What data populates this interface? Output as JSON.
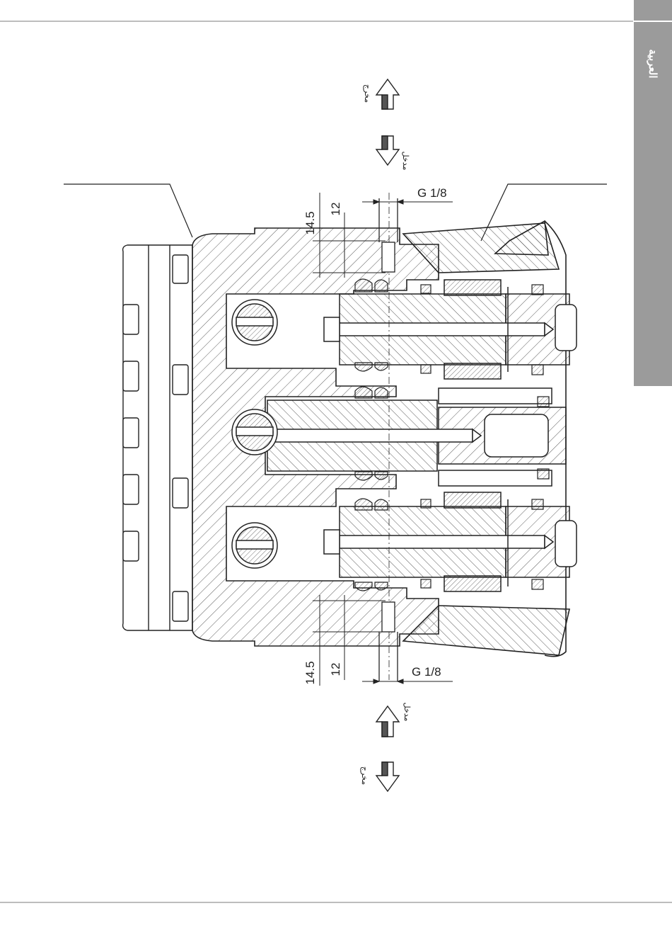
{
  "side_tab": {
    "label": "العربية"
  },
  "dimensions": {
    "top_outer": "14.5",
    "top_inner": "12",
    "top_thread": "G 1/8",
    "bottom_outer": "14.5",
    "bottom_inner": "12",
    "bottom_thread": "G 1/8"
  },
  "flow": {
    "top_out_label": "مخرج",
    "top_in_label": "مدخل",
    "bottom_in_label": "مدخل",
    "bottom_out_label": "مخرج"
  },
  "colors": {
    "line": "#222222",
    "tab": "#9b9b9b",
    "rule": "#bdbdbd"
  }
}
